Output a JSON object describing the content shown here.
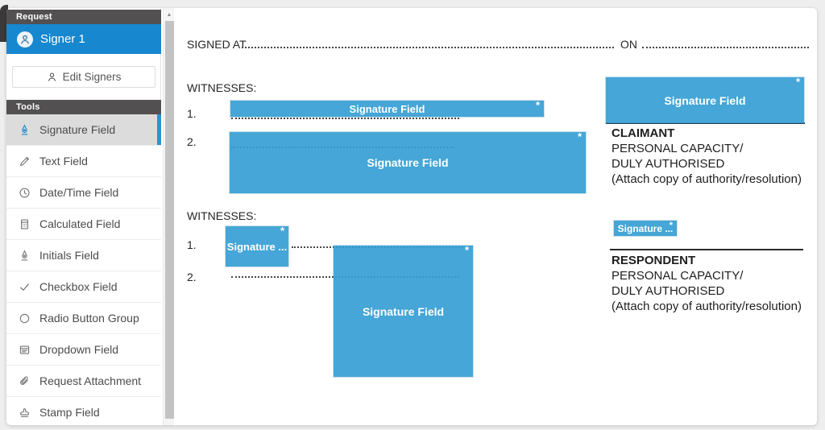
{
  "colors": {
    "signer_blue": "#1787cf",
    "field_blue": "#359ed4",
    "panel_header_dark": "#525050",
    "selected_tool_bg": "#dcdcdc",
    "selected_tool_border": "#2596ce"
  },
  "sidebar": {
    "request_header": "Request",
    "signer": {
      "label": "Signer 1",
      "icon": "user-avatar-icon"
    },
    "edit_signers": {
      "label": "Edit Signers",
      "icon": "user-icon"
    },
    "tools_header": "Tools",
    "tools": [
      {
        "label": "Signature Field",
        "icon": "pen-nib-icon",
        "selected": true
      },
      {
        "label": "Text Field",
        "icon": "pencil-icon",
        "selected": false
      },
      {
        "label": "Date/Time Field",
        "icon": "clock-icon",
        "selected": false
      },
      {
        "label": "Calculated Field",
        "icon": "calculator-icon",
        "selected": false
      },
      {
        "label": "Initials Field",
        "icon": "pen-nib-icon",
        "selected": false
      },
      {
        "label": "Checkbox Field",
        "icon": "checkmark-icon",
        "selected": false
      },
      {
        "label": "Radio Button Group",
        "icon": "radio-circle-icon",
        "selected": false
      },
      {
        "label": "Dropdown Field",
        "icon": "dropdown-list-icon",
        "selected": false
      },
      {
        "label": "Request Attachment",
        "icon": "paperclip-icon",
        "selected": false
      },
      {
        "label": "Stamp Field",
        "icon": "stamp-icon",
        "selected": false
      }
    ],
    "scrollbar": {
      "up_arrow": "▲"
    }
  },
  "document": {
    "signed_at_label": "SIGNED AT",
    "on_label": "ON",
    "witnesses_heading_1": "WITNESSES:",
    "witnesses_heading_2": "WITNESSES:",
    "row_numbers": [
      "1.",
      "2."
    ],
    "signature_field": {
      "full_label": "Signature Field",
      "truncated_label": "Signature ...",
      "required_marker": "*"
    },
    "claimant": {
      "title": "CLAIMANT",
      "line1": "PERSONAL CAPACITY/",
      "line2": "DULY AUTHORISED",
      "line3": "(Attach copy of authority/resolution)"
    },
    "respondent": {
      "title": "RESPONDENT",
      "line1": "PERSONAL CAPACITY/",
      "line2": "DULY AUTHORISED",
      "line3": "(Attach copy of authority/resolution)"
    }
  }
}
